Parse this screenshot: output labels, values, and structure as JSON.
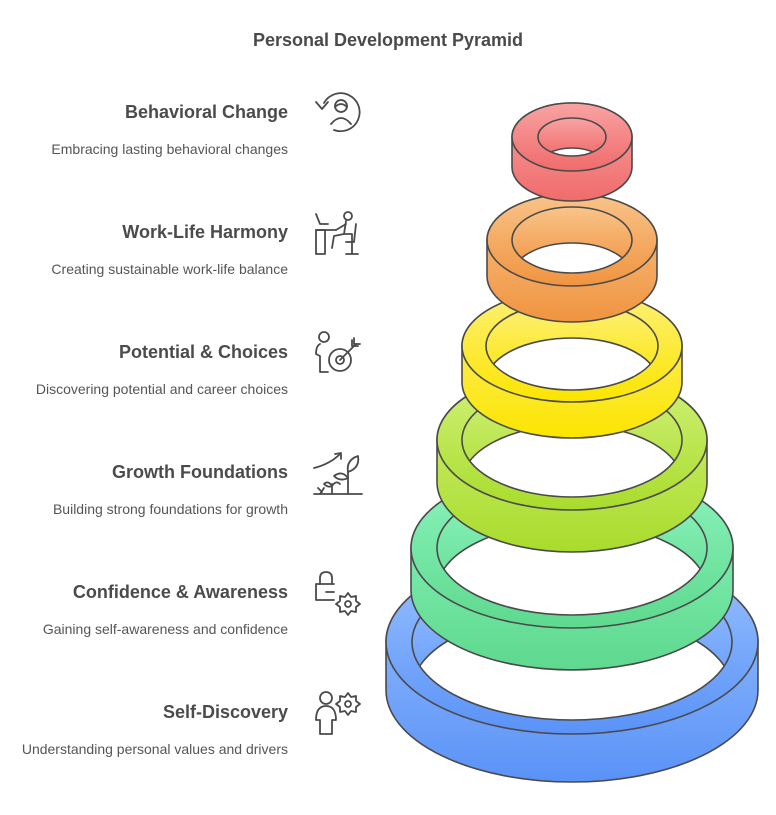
{
  "title": "Personal Development Pyramid",
  "levels": [
    {
      "title": "Behavioral Change",
      "description": "Embracing lasting behavioral changes",
      "icon": "person-cycle-icon",
      "color_top": "#f9a3a3",
      "color_bottom": "#f06b6b"
    },
    {
      "title": "Work-Life Harmony",
      "description": "Creating sustainable work-life balance",
      "icon": "desk-worker-icon",
      "color_top": "#f9c48a",
      "color_bottom": "#f09440"
    },
    {
      "title": "Potential & Choices",
      "description": "Discovering potential and career choices",
      "icon": "person-target-icon",
      "color_top": "#fdf07a",
      "color_bottom": "#fce500"
    },
    {
      "title": "Growth Foundations",
      "description": "Building strong foundations for growth",
      "icon": "plant-growth-icon",
      "color_top": "#d2f27c",
      "color_bottom": "#a9dc2c"
    },
    {
      "title": "Confidence & Awareness",
      "description": "Gaining self-awareness and confidence",
      "icon": "lock-gear-icon",
      "color_top": "#8ef5c0",
      "color_bottom": "#5ed98e"
    },
    {
      "title": "Self-Discovery",
      "description": "Understanding personal values and drivers",
      "icon": "person-gear-icon",
      "color_top": "#9cc4ff",
      "color_bottom": "#5a92f7"
    }
  ],
  "stroke_color": "#4a4a4a"
}
